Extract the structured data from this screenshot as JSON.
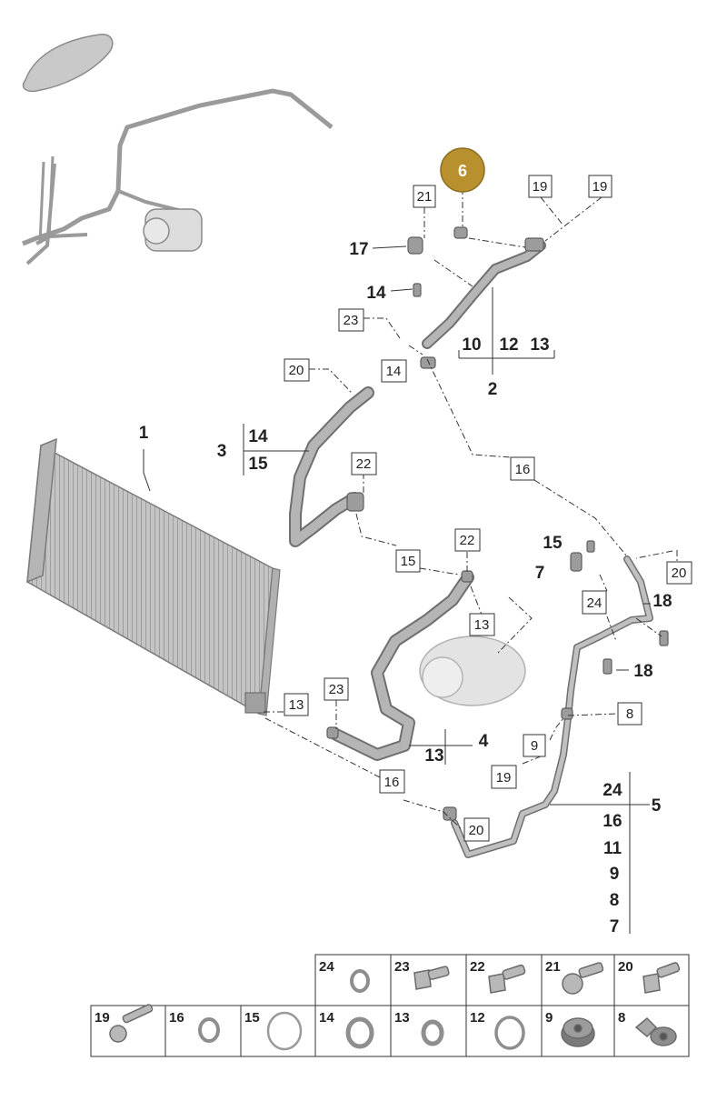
{
  "highlight": {
    "number": "6",
    "color": "#b8912e"
  },
  "callouts_plain": [
    "17",
    "14",
    "10",
    "12",
    "13",
    "2",
    "1",
    "3",
    "14",
    "15",
    "15",
    "7",
    "18",
    "18",
    "4",
    "13",
    "24",
    "5",
    "16",
    "11",
    "9",
    "8",
    "7"
  ],
  "callouts_boxed": [
    "21",
    "19",
    "19",
    "23",
    "20",
    "14",
    "22",
    "16",
    "22",
    "15",
    "20",
    "24",
    "13",
    "23",
    "13",
    "8",
    "9",
    "19",
    "16",
    "20"
  ],
  "legend": {
    "top_row": [
      "24",
      "23",
      "22",
      "21",
      "20"
    ],
    "bottom_row": [
      "19",
      "16",
      "15",
      "14",
      "13",
      "12",
      "9",
      "8"
    ]
  },
  "colors": {
    "part": "#a9a9a9",
    "part_dark": "#6f6f6f",
    "line": "#333333",
    "badge": "#b8912e"
  }
}
